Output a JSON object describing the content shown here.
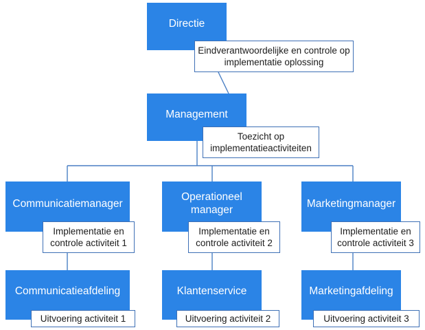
{
  "nodes": {
    "directie": {
      "title": "Directie",
      "note": "Eindverantwoordelijke en controle op implementatie oplossing"
    },
    "management": {
      "title": "Management",
      "note": "Toezicht op implementatieactiviteiten"
    },
    "communicatiemanager": {
      "title": "Communicatiemanager",
      "note": "Implementatie en controle activiteit 1"
    },
    "operationeel_manager": {
      "title": "Operationeel manager",
      "note": "Implementatie en controle activiteit 2"
    },
    "marketingmanager": {
      "title": "Marketingmanager",
      "note": "Implementatie en controle activiteit 3"
    },
    "communicatieafdeling": {
      "title": "Communicatieafdeling",
      "note": "Uitvoering activiteit 1"
    },
    "klantenservice": {
      "title": "Klantenservice",
      "note": "Uitvoering activiteit 2"
    },
    "marketingafdeling": {
      "title": "Marketingafdeling",
      "note": "Uitvoering activiteit 3"
    }
  },
  "colors": {
    "node_fill": "#2b84e6",
    "connector": "#4a7fc4",
    "note_border": "#3d6fb5"
  }
}
